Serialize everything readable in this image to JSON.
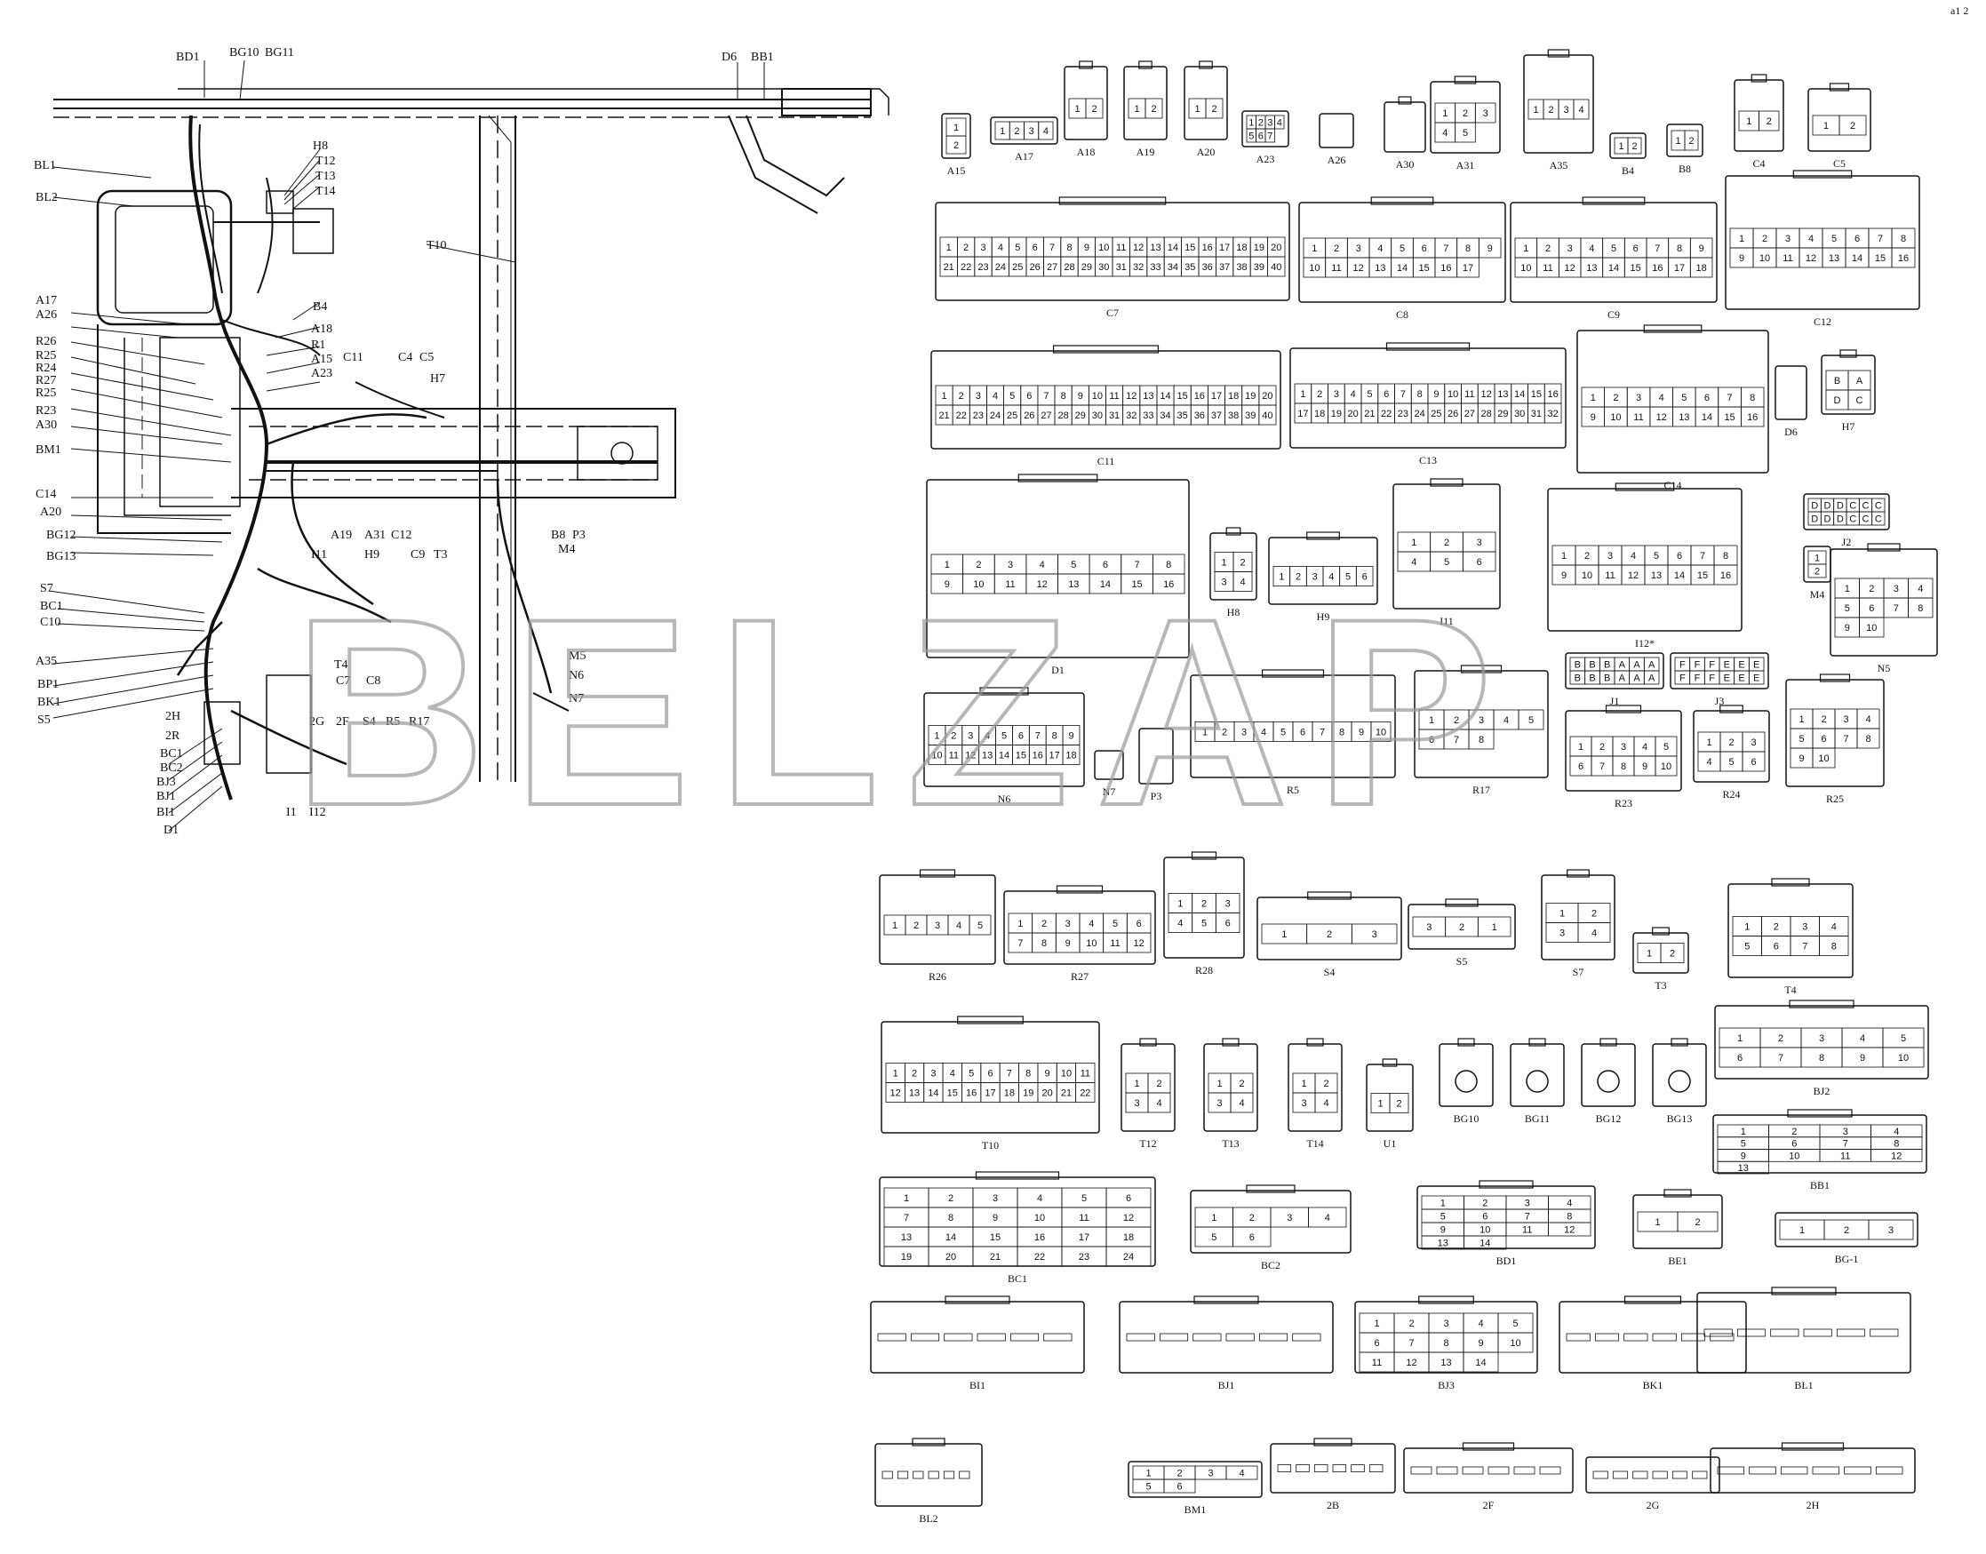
{
  "page_mark": "a1 2",
  "watermark": "BELZAP",
  "harness_labels": [
    "BD1",
    "BG10",
    "BG11",
    "D6",
    "BB1",
    "BL1",
    "BL2",
    "H8",
    "T12",
    "T13",
    "T14",
    "T10",
    "A17",
    "A26",
    "B4",
    "A18",
    "R26",
    "R25",
    "R24",
    "R27",
    "R25",
    "R23",
    "A30",
    "BM1",
    "R1",
    "A15",
    "A23",
    "C11",
    "C4",
    "C5",
    "H7",
    "C14",
    "A20",
    "BG12",
    "BG13",
    "A19",
    "A31",
    "C12",
    "I11",
    "H9",
    "C9",
    "T3",
    "B8",
    "P3",
    "M4",
    "S7",
    "BC1",
    "C10",
    "A35",
    "BP1",
    "BK1",
    "S5",
    "T4",
    "C7",
    "C8",
    "M5",
    "N6",
    "N7",
    "2H",
    "2R",
    "BC1",
    "BC2",
    "BJ3",
    "BJ1",
    "BI1",
    "D1",
    "2G",
    "2F",
    "S4",
    "R5",
    "R17",
    "I1",
    "I12"
  ],
  "connectors": [
    {
      "name": "A15",
      "pins": [
        "1",
        "2"
      ]
    },
    {
      "name": "A17",
      "pins": [
        "1",
        "2",
        "3",
        "4"
      ]
    },
    {
      "name": "A18",
      "pins": [
        "1",
        "2"
      ]
    },
    {
      "name": "A19",
      "pins": [
        "1",
        "2"
      ]
    },
    {
      "name": "A20",
      "pins": [
        "1",
        "2"
      ]
    },
    {
      "name": "A23",
      "pins": [
        "1",
        "2",
        "3",
        "4",
        "5",
        "6",
        "7"
      ]
    },
    {
      "name": "A26",
      "pins": []
    },
    {
      "name": "A30",
      "pins": []
    },
    {
      "name": "A31",
      "pins": [
        "1",
        "2",
        "3",
        "4",
        "5"
      ]
    },
    {
      "name": "A35",
      "pins": [
        "1",
        "2",
        "3",
        "4"
      ]
    },
    {
      "name": "B4",
      "pins": [
        "1",
        "2"
      ]
    },
    {
      "name": "B8",
      "pins": [
        "1",
        "2"
      ]
    },
    {
      "name": "C4",
      "pins": [
        "1",
        "2"
      ]
    },
    {
      "name": "C5",
      "pins": [
        "1",
        "2"
      ]
    },
    {
      "name": "C7",
      "pins": [
        "1",
        "2",
        "3",
        "4",
        "5",
        "6",
        "7",
        "8",
        "9",
        "10",
        "11",
        "12",
        "13",
        "14",
        "15",
        "16",
        "17",
        "18",
        "19",
        "20",
        "21",
        "22",
        "23",
        "24",
        "25",
        "26",
        "27",
        "28",
        "29",
        "30",
        "31",
        "32",
        "33",
        "34",
        "35",
        "36",
        "37",
        "38",
        "39",
        "40"
      ]
    },
    {
      "name": "C8",
      "pins": [
        "1",
        "2",
        "3",
        "4",
        "5",
        "6",
        "7",
        "8",
        "9",
        "10",
        "11",
        "12",
        "13",
        "14",
        "15",
        "16",
        "17"
      ]
    },
    {
      "name": "C9",
      "pins": [
        "1",
        "2",
        "3",
        "4",
        "5",
        "6",
        "7",
        "8",
        "9",
        "10",
        "11",
        "12",
        "13",
        "14",
        "15",
        "16",
        "17",
        "18"
      ]
    },
    {
      "name": "C12",
      "pins": [
        "1",
        "2",
        "3",
        "4",
        "5",
        "6",
        "7",
        "8",
        "9",
        "10",
        "11",
        "12",
        "13",
        "14",
        "15",
        "16"
      ]
    },
    {
      "name": "C11",
      "pins": [
        "1",
        "2",
        "3",
        "4",
        "5",
        "6",
        "7",
        "8",
        "9",
        "10",
        "11",
        "12",
        "13",
        "14",
        "15",
        "16",
        "17",
        "18",
        "19",
        "20",
        "21",
        "22",
        "23",
        "24",
        "25",
        "26",
        "27",
        "28",
        "29",
        "30",
        "31",
        "32",
        "33",
        "34",
        "35",
        "36",
        "37",
        "38",
        "39",
        "40"
      ]
    },
    {
      "name": "C13",
      "pins": [
        "1",
        "2",
        "3",
        "4",
        "5",
        "6",
        "7",
        "8",
        "9",
        "10",
        "11",
        "12",
        "13",
        "14",
        "15",
        "16",
        "17",
        "18",
        "19",
        "20",
        "21",
        "22",
        "23",
        "24",
        "25",
        "26",
        "27",
        "28",
        "29",
        "30",
        "31",
        "32"
      ]
    },
    {
      "name": "C14",
      "pins": [
        "1",
        "2",
        "3",
        "4",
        "5",
        "6",
        "7",
        "8",
        "9",
        "10",
        "11",
        "12",
        "13",
        "14",
        "15",
        "16"
      ]
    },
    {
      "name": "D6",
      "pins": []
    },
    {
      "name": "H7",
      "pins": [
        "B",
        "A",
        "D",
        "C"
      ]
    },
    {
      "name": "D1",
      "pins": [
        "1",
        "2",
        "3",
        "4",
        "5",
        "6",
        "7",
        "8",
        "9",
        "10",
        "11",
        "12",
        "13",
        "14",
        "15",
        "16"
      ]
    },
    {
      "name": "H8",
      "pins": [
        "1",
        "2",
        "3",
        "4"
      ]
    },
    {
      "name": "H9",
      "pins": [
        "1",
        "2",
        "3",
        "4",
        "5",
        "6"
      ]
    },
    {
      "name": "I11",
      "pins": [
        "1",
        "2",
        "3",
        "4",
        "5",
        "6"
      ]
    },
    {
      "name": "I12*",
      "pins": [
        "1",
        "2",
        "3",
        "4",
        "5",
        "6",
        "7",
        "8",
        "9",
        "10",
        "11",
        "12",
        "13",
        "14",
        "15",
        "16"
      ]
    },
    {
      "name": "J2",
      "pins": [
        "D",
        "D",
        "D",
        "C",
        "C",
        "C",
        "D",
        "D",
        "D",
        "C",
        "C",
        "C"
      ]
    },
    {
      "name": "M4",
      "pins": [
        "1",
        "2"
      ]
    },
    {
      "name": "N5",
      "pins": [
        "1",
        "2",
        "3",
        "4",
        "5",
        "6",
        "7",
        "8",
        "9",
        "10"
      ]
    },
    {
      "name": "J1",
      "pins": [
        "B",
        "B",
        "B",
        "A",
        "A",
        "A",
        "B",
        "B",
        "B",
        "A",
        "A",
        "A"
      ]
    },
    {
      "name": "J3",
      "pins": [
        "F",
        "F",
        "F",
        "E",
        "E",
        "E",
        "F",
        "F",
        "F",
        "E",
        "E",
        "E"
      ]
    },
    {
      "name": "N6",
      "pins": [
        "1",
        "2",
        "3",
        "4",
        "5",
        "6",
        "7",
        "8",
        "9",
        "10",
        "11",
        "12",
        "13",
        "14",
        "15",
        "16",
        "17",
        "18"
      ]
    },
    {
      "name": "N7",
      "pins": []
    },
    {
      "name": "P3",
      "pins": []
    },
    {
      "name": "R5",
      "pins": [
        "1",
        "2",
        "3",
        "4",
        "5",
        "6",
        "7",
        "8",
        "9",
        "10"
      ]
    },
    {
      "name": "R17",
      "pins": [
        "1",
        "2",
        "3",
        "4",
        "5",
        "6",
        "7",
        "8"
      ]
    },
    {
      "name": "R23",
      "pins": [
        "1",
        "2",
        "3",
        "4",
        "5",
        "6",
        "7",
        "8",
        "9",
        "10"
      ]
    },
    {
      "name": "R24",
      "pins": [
        "1",
        "2",
        "3",
        "4",
        "5",
        "6"
      ]
    },
    {
      "name": "R25",
      "pins": [
        "1",
        "2",
        "3",
        "4",
        "5",
        "6",
        "7",
        "8",
        "9",
        "10"
      ]
    },
    {
      "name": "R26",
      "pins": [
        "1",
        "2",
        "3",
        "4",
        "5"
      ]
    },
    {
      "name": "R27",
      "pins": [
        "1",
        "2",
        "3",
        "4",
        "5",
        "6",
        "7",
        "8",
        "9",
        "10",
        "11",
        "12"
      ]
    },
    {
      "name": "R28",
      "pins": [
        "1",
        "2",
        "3",
        "4",
        "5",
        "6"
      ]
    },
    {
      "name": "S4",
      "pins": [
        "1",
        "2",
        "3"
      ]
    },
    {
      "name": "S5",
      "pins": [
        "3",
        "2",
        "1"
      ]
    },
    {
      "name": "S7",
      "pins": [
        "1",
        "2",
        "3",
        "4"
      ]
    },
    {
      "name": "T3",
      "pins": [
        "1",
        "2"
      ]
    },
    {
      "name": "T4",
      "pins": [
        "1",
        "2",
        "3",
        "4",
        "5",
        "6",
        "7",
        "8"
      ]
    },
    {
      "name": "T10",
      "pins": [
        "1",
        "2",
        "3",
        "4",
        "5",
        "6",
        "7",
        "8",
        "9",
        "10",
        "11",
        "12",
        "13",
        "14",
        "15",
        "16",
        "17",
        "18",
        "19",
        "20",
        "21",
        "22"
      ]
    },
    {
      "name": "T12",
      "pins": [
        "1",
        "2",
        "3",
        "4"
      ]
    },
    {
      "name": "T13",
      "pins": [
        "1",
        "2",
        "3",
        "4"
      ]
    },
    {
      "name": "T14",
      "pins": [
        "1",
        "2",
        "3",
        "4"
      ]
    },
    {
      "name": "U1",
      "pins": [
        "1",
        "2"
      ]
    },
    {
      "name": "BG10",
      "pins": []
    },
    {
      "name": "BG11",
      "pins": []
    },
    {
      "name": "BG12",
      "pins": []
    },
    {
      "name": "BG13",
      "pins": []
    },
    {
      "name": "BJ2",
      "pins": [
        "1",
        "2",
        "3",
        "4",
        "5",
        "6",
        "7",
        "8",
        "9",
        "10"
      ]
    },
    {
      "name": "BB1",
      "pins": [
        "1",
        "2",
        "3",
        "4",
        "5",
        "6",
        "7",
        "8",
        "9",
        "10",
        "11",
        "12",
        "13"
      ]
    },
    {
      "name": "BC1",
      "pins": [
        "1",
        "2",
        "3",
        "4",
        "5",
        "6",
        "7",
        "8",
        "9",
        "10",
        "11",
        "12",
        "13",
        "14",
        "15",
        "16",
        "17",
        "18",
        "19",
        "20",
        "21",
        "22",
        "23",
        "24"
      ]
    },
    {
      "name": "BC2",
      "pins": [
        "1",
        "2",
        "3",
        "4",
        "5",
        "6"
      ]
    },
    {
      "name": "BD1",
      "pins": [
        "1",
        "2",
        "3",
        "4",
        "5",
        "6",
        "7",
        "8",
        "9",
        "10",
        "11",
        "12",
        "13",
        "14"
      ]
    },
    {
      "name": "BE1",
      "pins": [
        "1",
        "2"
      ]
    },
    {
      "name": "BG-1",
      "pins": [
        "1",
        "2",
        "3"
      ]
    },
    {
      "name": "BI1",
      "pins": []
    },
    {
      "name": "BJ1",
      "pins": []
    },
    {
      "name": "BJ3",
      "pins": [
        "1",
        "2",
        "3",
        "4",
        "5",
        "6",
        "7",
        "8",
        "9",
        "10",
        "11",
        "12",
        "13",
        "14"
      ]
    },
    {
      "name": "BK1",
      "pins": []
    },
    {
      "name": "BL1",
      "pins": []
    },
    {
      "name": "BL2",
      "pins": []
    },
    {
      "name": "BM1",
      "pins": [
        "1",
        "2",
        "3",
        "4",
        "5",
        "6"
      ]
    },
    {
      "name": "2B",
      "pins": []
    },
    {
      "name": "2F",
      "pins": []
    },
    {
      "name": "2G",
      "pins": []
    },
    {
      "name": "2H",
      "pins": []
    }
  ]
}
